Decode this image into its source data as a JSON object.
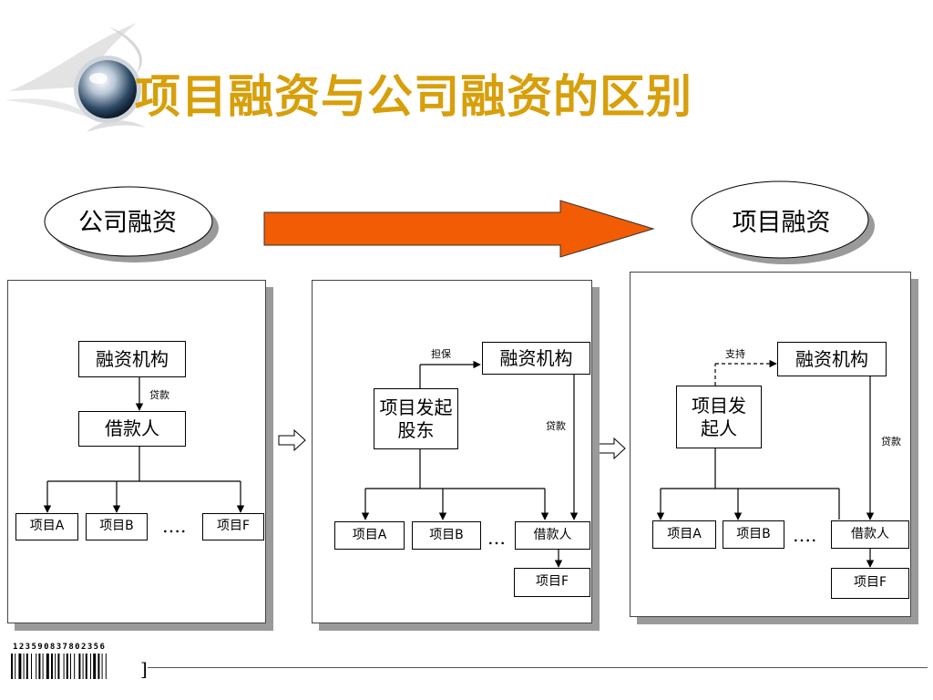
{
  "title": "项目融资与公司融资的区别",
  "ovals": {
    "left": "公司融资",
    "right": "项目融资"
  },
  "panel1": {
    "institution": "融资机构",
    "loan": "贷款",
    "borrower": "借款人",
    "projects": [
      "项目A",
      "项目B",
      "项目F"
    ],
    "ellipsis": "…."
  },
  "panel2": {
    "guarantee": "担保",
    "institution": "融资机构",
    "sponsor": "项目发起股东",
    "loan": "贷款",
    "projects": [
      "项目A",
      "项目B"
    ],
    "ellipsis": "…",
    "borrower": "借款人",
    "projectF": "项目F"
  },
  "panel3": {
    "support": "支持",
    "institution": "融资机构",
    "sponsor": "项目发起人",
    "loan": "贷款",
    "projects": [
      "项目A",
      "项目B"
    ],
    "ellipsis": "….",
    "borrower": "借款人",
    "projectF": "项目F"
  },
  "footer": {
    "barcode_number": "12359083780235​6",
    "bracket": "]"
  },
  "colors": {
    "title": "#d79f0a",
    "arrow": "#f25c05"
  }
}
